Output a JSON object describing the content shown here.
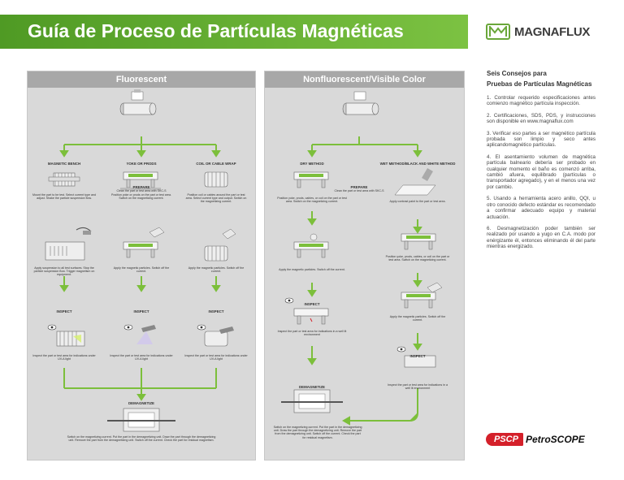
{
  "header": {
    "title": "Guía de Proceso de Partículas Magnéticas"
  },
  "brand": {
    "logo_text": "MAGNAFLUX",
    "accent": "#6aa73a"
  },
  "left_panel": {
    "title": "Fluorescent",
    "prepare_label": "Prepare",
    "prepare_text": "Clean the part or test area with SKC-S",
    "columns": [
      {
        "title": "Magnetic Bench",
        "step1": "Mount the part to be test. Select current type and adjust. Shake the particle suspension flow.",
        "step2": "Apply suspension to all test surfaces. Stop the particle suspension flow. Trigger magnetism on equipment.",
        "inspect": "Inspect",
        "inspect_text": "Inspect the part or test area for indications under UV-A light"
      },
      {
        "title": "Yoke or Prods",
        "step1": "Position yoke or prods on the part or test area. Switch on the magnetizing current.",
        "step2": "Apply the magnetic particles. Switch off the current.",
        "inspect": "Inspect",
        "inspect_text": "Inspect the part or test area for indications under UV-A light"
      },
      {
        "title": "Coil or Cable Wrap",
        "step1": "Position coil or cables around the part or test area. Select current type and output. Switch on the magnetizing current.",
        "step2": "Apply the magnetic particles. Switch off the current.",
        "inspect": "Inspect",
        "inspect_text": "Inspect the part or test area for indications under UV-A light"
      }
    ],
    "demag_label": "Demagnetize",
    "demag_text": "Switch on the magnetizing current. Put the part in the demagnetizing unit. Draw the part through the demagnetizing unit. Remove the part from the demagnetizing unit. Switch off the current. Check the part for residual magnetism."
  },
  "right_panel": {
    "title": "Nonfluorescent/Visible Color",
    "prepare_label": "Prepare",
    "prepare_text": "Clean the part or test area with SKC-S",
    "columns": [
      {
        "title": "Dry Method",
        "step1": "Position yoke, prods, cables, or coil on the part or test area. Switch on the magnetizing current.",
        "step2": "Apply the magnetic particles. Switch off the current.",
        "inspect": "Inspect",
        "inspect_text": "Inspect the part or test area for indications in a well lit environment"
      },
      {
        "title": "Wet Method/Black and White Method",
        "step1": "Apply contrast paint to the part or test area.",
        "step2": "Position yoke, prods, cables, or coil on the part or test area. Switch on the magnetizing current.",
        "step3": "Apply the magnetic particles. Switch off the current.",
        "inspect": "Inspect",
        "inspect_text": "Inspect the part or test area for indications in a well lit environment"
      }
    ],
    "demag_label": "Demagnetize",
    "demag_text": "Switch on the magnetizing current. Put the part in the demagnetizing unit. Draw the part through the demagnetizing unit. Remove the part from the demagnetizing unit. Switch off the current. Check the part for residual magnetism."
  },
  "tips": {
    "heading1": "Seis Consejos para",
    "heading2": "Pruebas de Partículas Magnéticas",
    "items": [
      "1. Controlar requerido especificaciones antes comienzo magnético partícula inspección.",
      "2. Certificaciones, SDS, PDS, y instrucciones son disponible en www.magnaflux.com",
      "3. Verificar eso partes a ser magnético partícula probada son limpio y seco antes aplicandomagnético partículas.",
      "4. El asentamiento volumen de magnética partícula balneario debería ser probado en cualquier momento el baño es comenzó arriba, cambió afuera, equilibrado (partículas o transportador agregado), y en el menos una vez por cambio.",
      "5. Usando a herramienta acero anillo, QQI, u otro conocido defecto estándar es recomendado a confirmar adecuado equipo y material actuación.",
      "6. Desmagnetización poder también ser realizado por usando a yugo en C.A. modo por enérgizante él, entonces eliminando él del parte mientras energizado."
    ]
  },
  "footer": {
    "badge": "PSCP",
    "name": "PetroSCOPE",
    "badge_color": "#d4202a"
  },
  "colors": {
    "header_green": "#6aa73a",
    "panel_gray": "#d9d9d9",
    "arrow_green": "#7cbf3b"
  }
}
